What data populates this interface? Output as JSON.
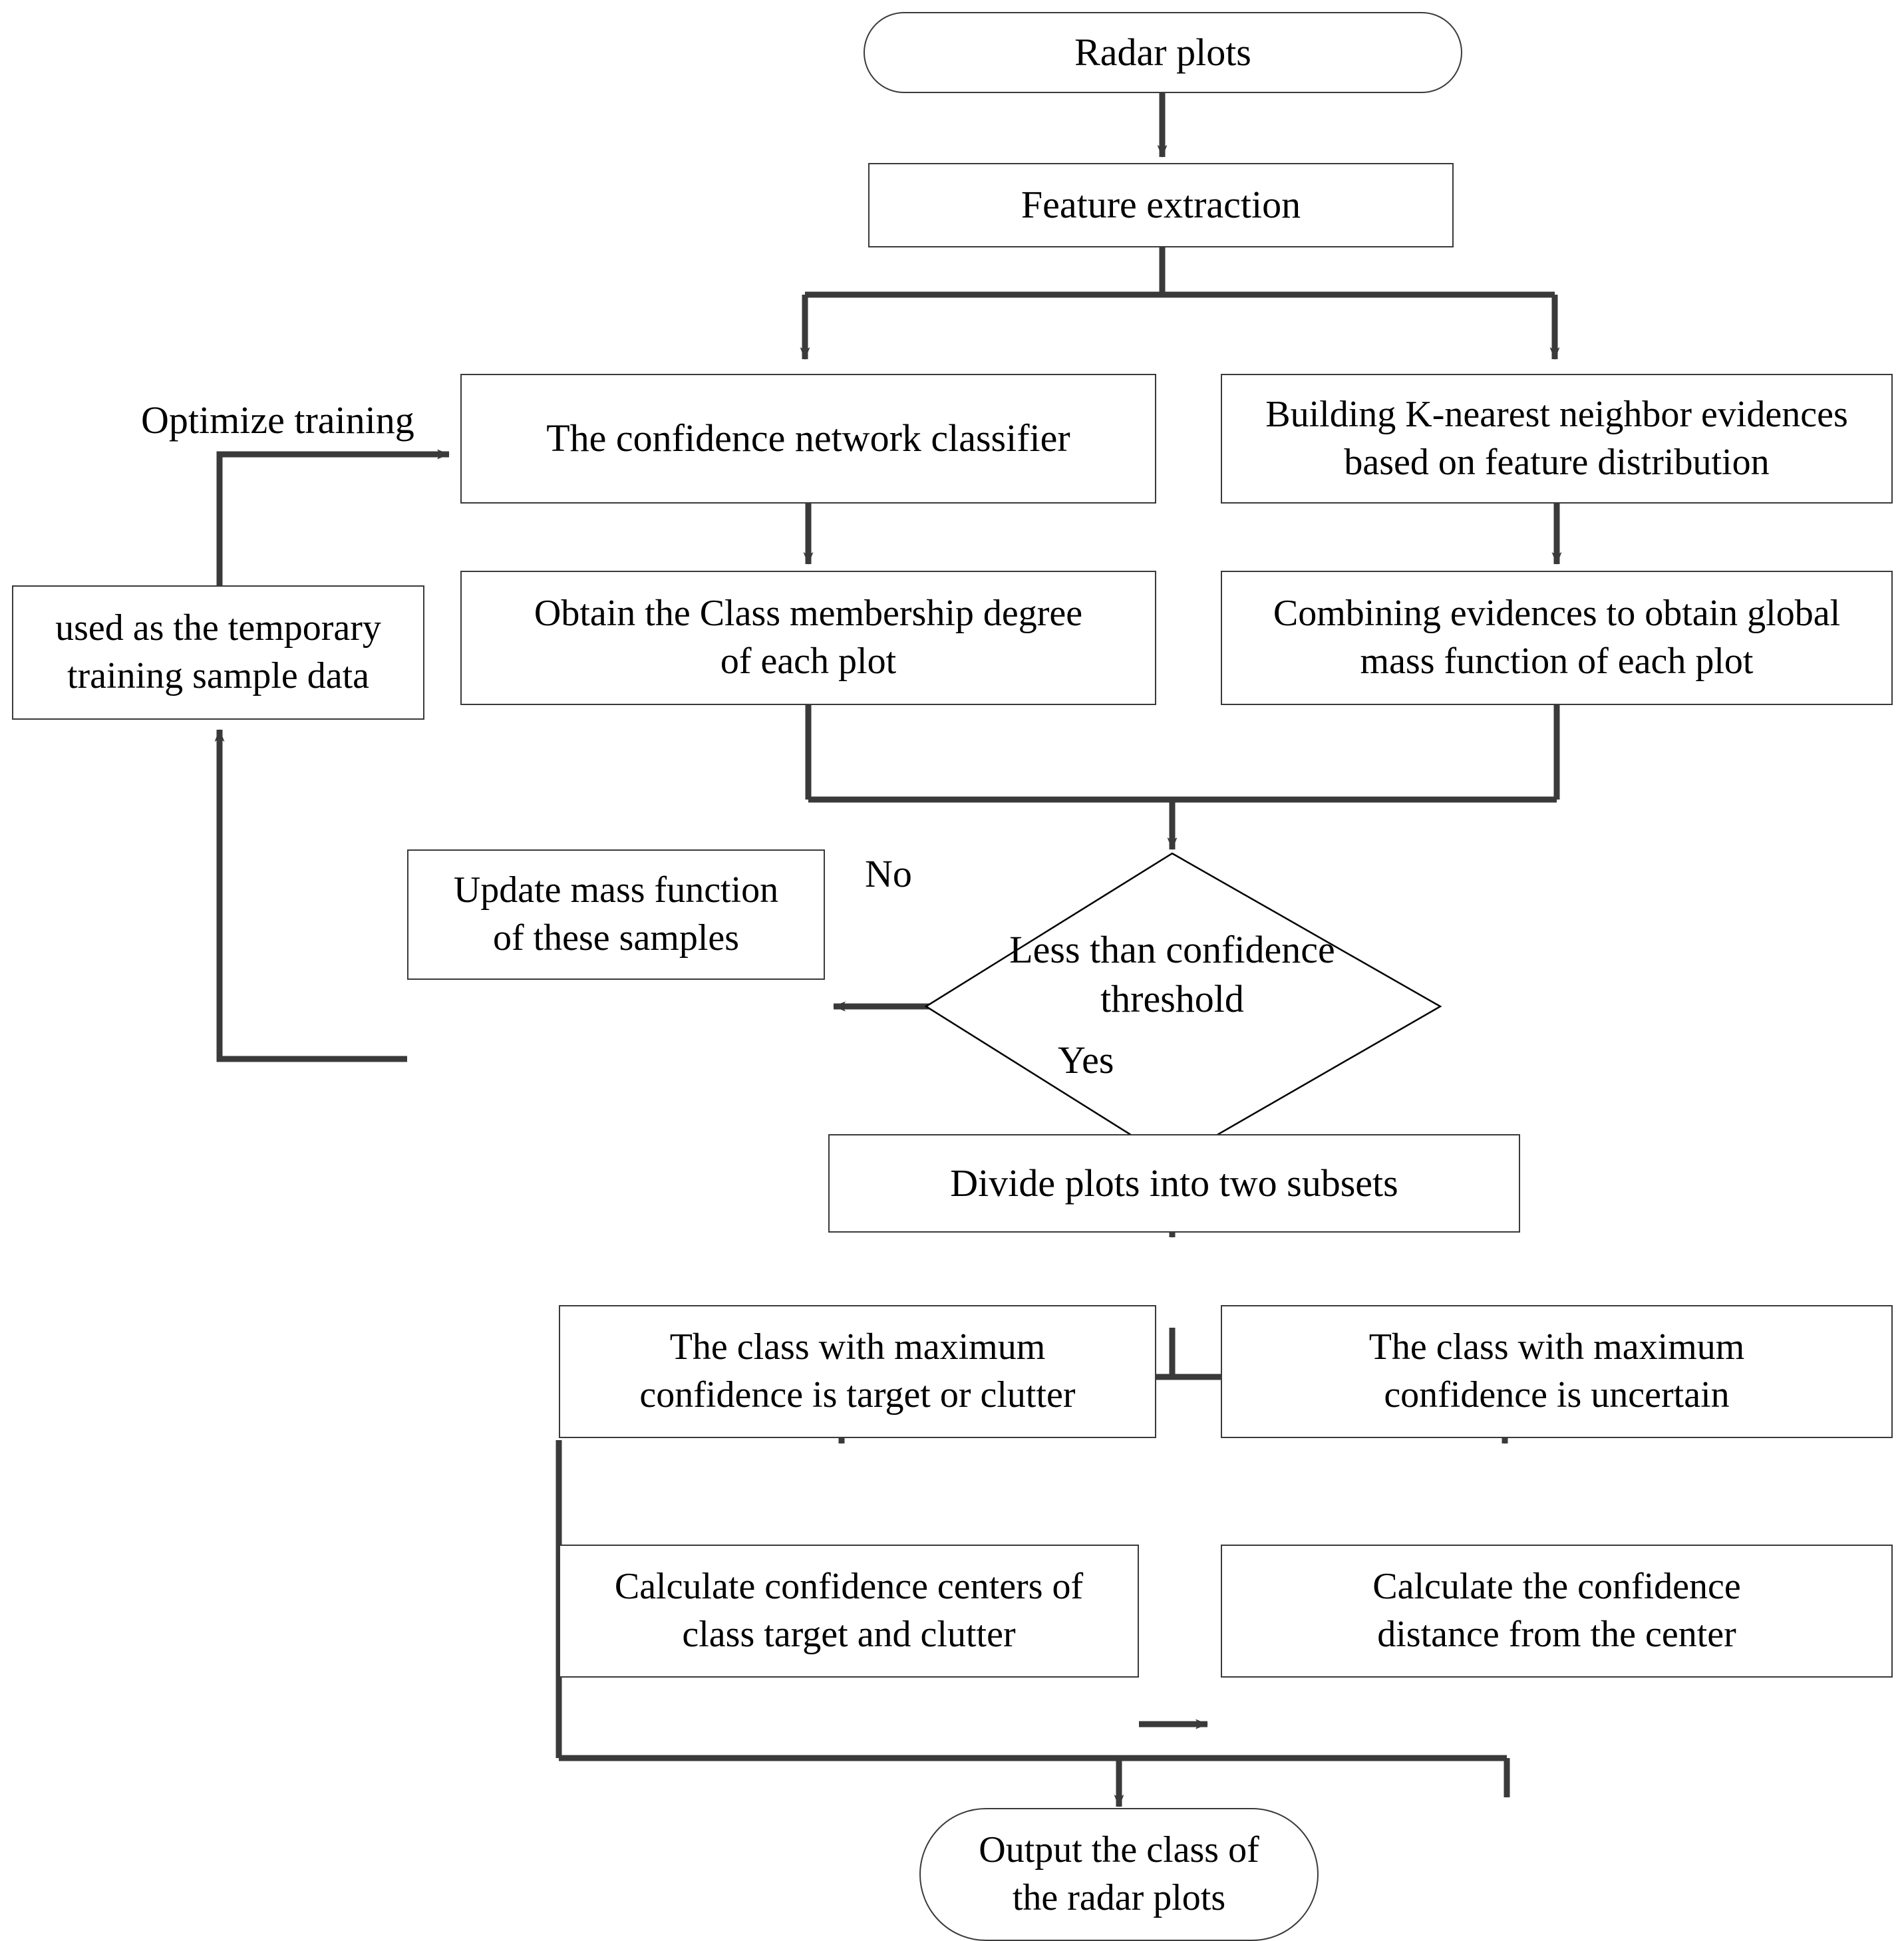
{
  "diagram": {
    "title": "Radar plot classification flowchart",
    "stroke_color": "#3a3a3a",
    "text_color": "#000000",
    "background_color": "#ffffff"
  },
  "nodes": {
    "radar_plots": "Radar plots",
    "feature_extraction": "Feature extraction",
    "confidence_classifier": "The  confidence network classifier",
    "knn_evidences": "Building K-nearest neighbor evidences\nbased on feature distribution",
    "class_membership": "Obtain the Class membership degree\nof each plot",
    "combining_evidences": "Combining evidences to obtain global\nmass function of each plot",
    "temporary_training": "used as the temporary\ntraining sample data",
    "update_mass_function": "Update mass function\nof these samples",
    "decision_threshold": "Less than confidence\nthreshold",
    "divide_plots": "Divide plots into two subsets",
    "max_conf_target_clutter": "The class with maximum\nconfidence is target or clutter",
    "max_conf_uncertain": "The class with maximum\nconfidence is uncertain",
    "calc_confidence_centers": "Calculate confidence centers of\nclass target and clutter",
    "calc_confidence_distance": "Calculate the confidence\ndistance from the center",
    "output_class": "Output the class of\nthe radar plots"
  },
  "edge_labels": {
    "optimize_training": "Optimize training",
    "no": "No",
    "yes": "Yes"
  }
}
